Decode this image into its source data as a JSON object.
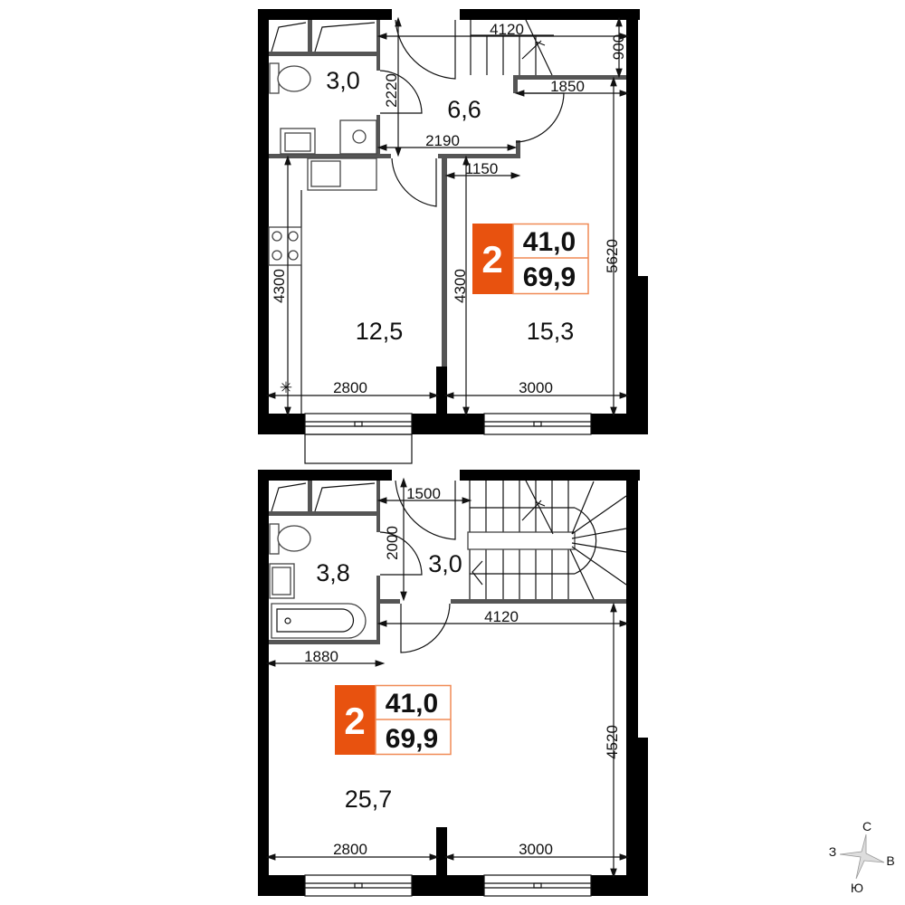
{
  "floors": [
    {
      "rooms": {
        "bathroom": "3,0",
        "hall": "6,6",
        "kitchen": "12,5",
        "bedroom": "15,3"
      },
      "dims": {
        "d4120": "4120",
        "d900": "900",
        "d1850": "1850",
        "d2220": "2220",
        "d2190": "2190",
        "d1150": "1150",
        "d5620": "5620",
        "d4300a": "4300",
        "d4300b": "4300",
        "d2800": "2800",
        "d3000": "3000"
      },
      "badge": {
        "rooms": "2",
        "living": "41,0",
        "total": "69,9"
      }
    },
    {
      "rooms": {
        "bathroom": "3,8",
        "hall": "3,0",
        "living": "25,7"
      },
      "dims": {
        "d1500": "1500",
        "d2000": "2000",
        "d4120": "4120",
        "d4520": "4520",
        "d1880": "1880",
        "d2800": "2800",
        "d3000": "3000"
      },
      "badge": {
        "rooms": "2",
        "living": "41,0",
        "total": "69,9"
      }
    }
  ],
  "compass": {
    "north": "С",
    "east": "В",
    "south": "Ю",
    "west": "З"
  },
  "colors": {
    "accent": "#e8520f",
    "wall": "#000000",
    "inner_wall": "#555555"
  }
}
